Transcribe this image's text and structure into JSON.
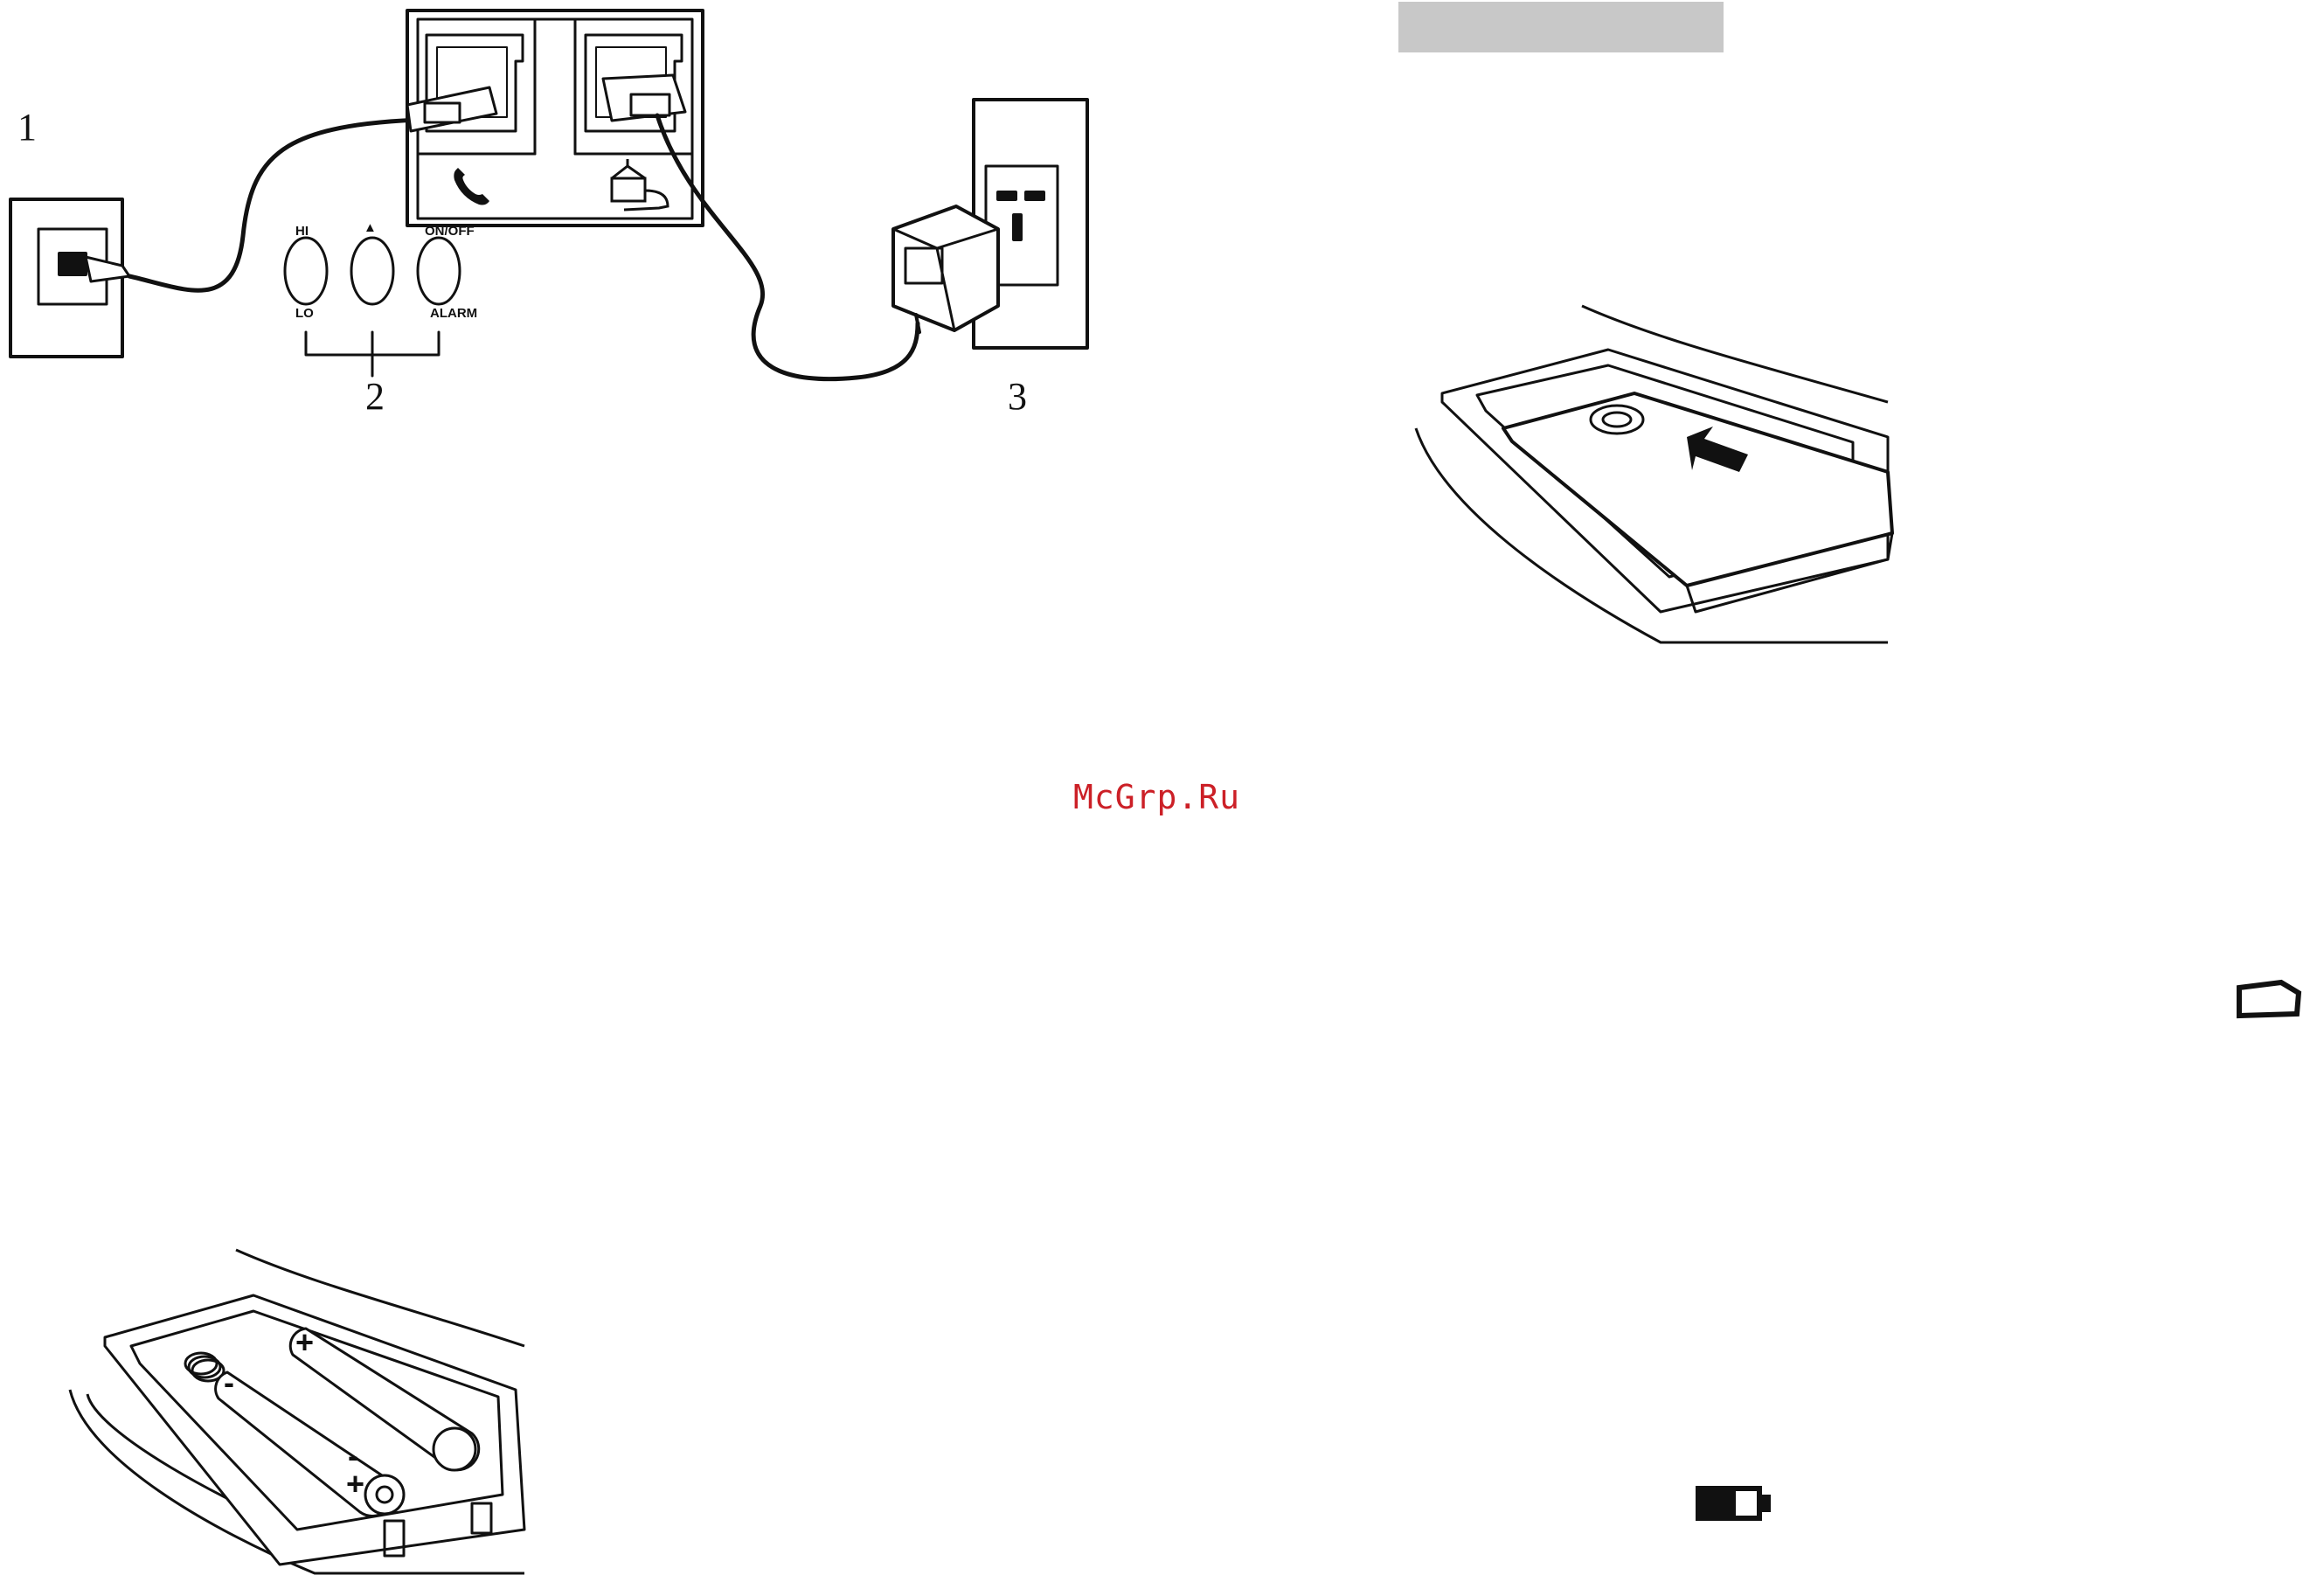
{
  "diagram": {
    "labels": {
      "one": "1",
      "two": "2",
      "three": "3"
    },
    "buttons": {
      "hi": "HI",
      "lo": "LO",
      "up_arrow": "▲",
      "on_off": "ON/OFF",
      "alarm": "ALARM"
    }
  },
  "watermark": "McGrp.Ru",
  "icons": {
    "phone_icon": "phone-handset-icon",
    "adapter_icon": "power-adapter-icon",
    "handset_side_icon": "handset-outline-icon",
    "battery_icon": "battery-level-icon"
  }
}
